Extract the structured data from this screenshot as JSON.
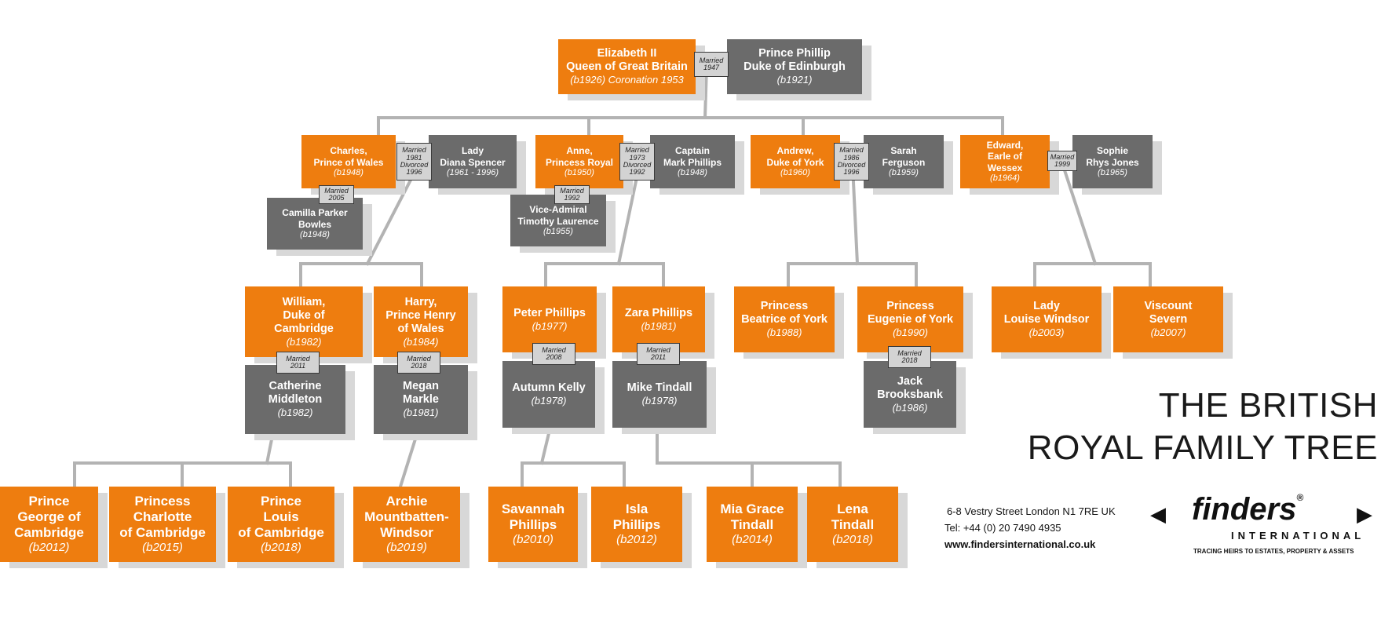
{
  "people": {
    "elizabeth": {
      "name": "Elizabeth II\nQueen of Great Britain",
      "years": "(b1926) Coronation 1953"
    },
    "phillip": {
      "name": "Prince Phillip\nDuke of Edinburgh",
      "years": "(b1921)"
    },
    "charles": {
      "name": "Charles,\nPrince of Wales",
      "years": "(b1948)"
    },
    "diana": {
      "name": "Lady\nDiana Spencer",
      "years": "(1961 - 1996)"
    },
    "camilla": {
      "name": "Camilla Parker\nBowles",
      "years": "(b1948)"
    },
    "anne": {
      "name": "Anne,\nPrincess Royal",
      "years": "(b1950)"
    },
    "mark": {
      "name": "Captain\nMark Phillips",
      "years": "(b1948)"
    },
    "timothy": {
      "name": "Vice-Admiral\nTimothy Laurence",
      "years": "(b1955)"
    },
    "andrew": {
      "name": "Andrew,\nDuke of York",
      "years": "(b1960)"
    },
    "sarah": {
      "name": "Sarah\nFerguson",
      "years": "(b1959)"
    },
    "edward": {
      "name": "Edward,\nEarle of\nWessex",
      "years": "(b1964)"
    },
    "sophie": {
      "name": "Sophie\nRhys Jones",
      "years": "(b1965)"
    },
    "william": {
      "name": "William,\nDuke of\nCambridge",
      "years": "(b1982)"
    },
    "catherine": {
      "name": "Catherine\nMiddleton",
      "years": "(b1982)"
    },
    "harry": {
      "name": "Harry,\nPrince Henry\nof Wales",
      "years": "(b1984)"
    },
    "megan": {
      "name": "Megan\nMarkle",
      "years": "(b1981)"
    },
    "peter": {
      "name": "Peter Phillips",
      "years": "(b1977)"
    },
    "autumn": {
      "name": "Autumn Kelly",
      "years": "(b1978)"
    },
    "zara": {
      "name": "Zara Phillips",
      "years": "(b1981)"
    },
    "mike": {
      "name": "Mike Tindall",
      "years": "(b1978)"
    },
    "beatrice": {
      "name": "Princess\nBeatrice of York",
      "years": "(b1988)"
    },
    "eugenie": {
      "name": "Princess\nEugenie of York",
      "years": "(b1990)"
    },
    "jack": {
      "name": "Jack\nBrooksbank",
      "years": "(b1986)"
    },
    "louise": {
      "name": "Lady\nLouise Windsor",
      "years": "(b2003)"
    },
    "severn": {
      "name": "Viscount\nSevern",
      "years": "(b2007)"
    },
    "george": {
      "name": "Prince\nGeorge of\nCambridge",
      "years": "(b2012)"
    },
    "charlotte": {
      "name": "Princess\nCharlotte\nof Cambridge",
      "years": "(b2015)"
    },
    "louis": {
      "name": "Prince\nLouis\nof Cambridge",
      "years": "(b2018)"
    },
    "archie": {
      "name": "Archie\nMountbatten-\nWindsor",
      "years": "(b2019)"
    },
    "savannah": {
      "name": "Savannah\nPhillips",
      "years": "(b2010)"
    },
    "isla": {
      "name": "Isla\nPhillips",
      "years": "(b2012)"
    },
    "mia": {
      "name": "Mia Grace\nTindall",
      "years": "(b2014)"
    },
    "lena": {
      "name": "Lena\nTindall",
      "years": "(b2018)"
    }
  },
  "marriages": {
    "eliz_phillip": "Married\n1947",
    "charles_diana": "Married\n1981\nDivorced\n1996",
    "charles_camilla": "Married\n2005",
    "anne_mark": "Married\n1973\nDivorced\n1992",
    "anne_timothy": "Married\n1992",
    "andrew_sarah": "Married\n1986\nDivorced\n1996",
    "edward_sophie": "Married\n1999",
    "william_catherine": "Married\n2011",
    "harry_megan": "Married\n2018",
    "peter_autumn": "Married\n2008",
    "zara_mike": "Married\n2011",
    "eugenie_jack": "Married\n2018"
  },
  "title": {
    "line1": "THE BRITISH",
    "line2": "ROYAL FAMILY TREE"
  },
  "contact": {
    "address": "6-8 Vestry Street  London N1 7RE  UK",
    "tel": "Tel: +44 (0) 20 7490 4935",
    "web": "www.findersinternational.co.uk"
  },
  "logo": {
    "word": "finders",
    "reg": "®",
    "sub": "INTERNATIONAL",
    "tagline": "TRACING HEIRS TO ESTATES, PROPERTY & ASSETS",
    "left_arrow": "◀",
    "right_arrow": "▶"
  },
  "colors": {
    "blood": "#ee7d0f",
    "spouse": "#6b6b6b",
    "connector": "#b3b3b3"
  }
}
